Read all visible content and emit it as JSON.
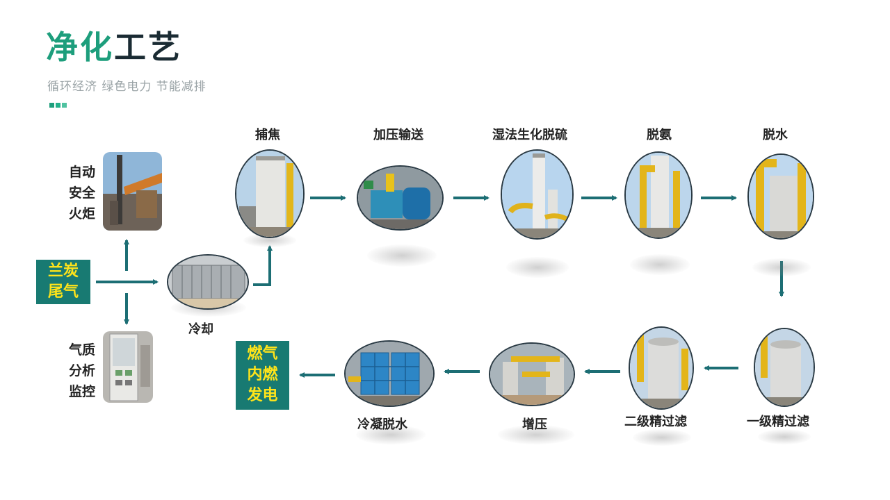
{
  "header": {
    "title_part1": "净化",
    "title_part2": "工艺",
    "subtitle": "循环经济  绿色电力  节能减排",
    "dot_colors": [
      "#1d9e7c",
      "#23b08a",
      "#4fc2a0"
    ]
  },
  "colors": {
    "accent": "#187a72",
    "tag_text": "#ffe41a",
    "arrow": "#1c6e74"
  },
  "sources": {
    "input_line1": "兰炭",
    "input_line2": "尾气",
    "output_line1": "燃气",
    "output_line2": "内燃",
    "output_line3": "发电"
  },
  "branches": {
    "torch": [
      "自动",
      "安全",
      "火炬"
    ],
    "analysis": [
      "气质",
      "分析",
      "监控"
    ]
  },
  "steps": {
    "cooling": "冷却",
    "capture": "捕焦",
    "pressurize": "加压输送",
    "desulfurize": "湿法生化脱硫",
    "deammonia": "脱氨",
    "dewater": "脱水",
    "filter1": "一级精过滤",
    "filter2": "二级精过滤",
    "boost": "增压",
    "condense": "冷凝脱水"
  }
}
